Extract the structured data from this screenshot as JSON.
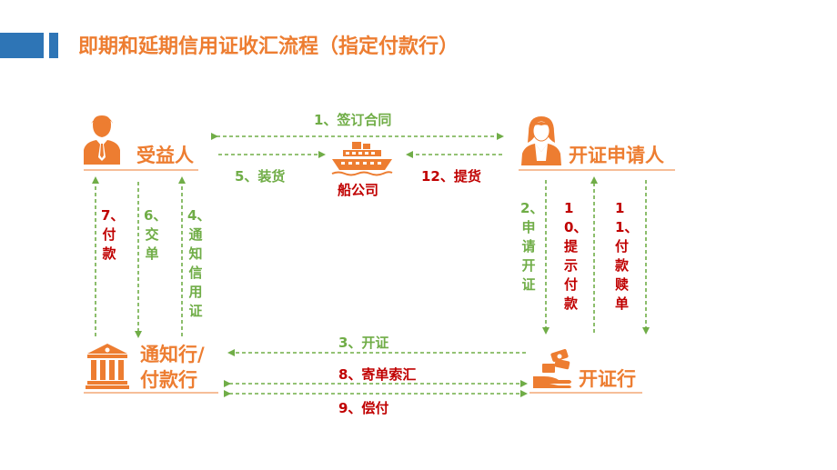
{
  "title": "即期和延期信用证收汇流程（指定付款行）",
  "parties": {
    "beneficiary": "受益人",
    "applicant": "开证申请人",
    "shipping": "船公司",
    "advising_bank": "通知行/付款行",
    "issuing_bank": "开证行"
  },
  "steps": {
    "s1": "1、签订合同",
    "s2": "2、申请开证",
    "s3": "3、开证",
    "s4": "4、通知信用证",
    "s5": "5、装货",
    "s6": "6、交单",
    "s7": "7、付款",
    "s8": "8、寄单索汇",
    "s9": "9、偿付",
    "s10": "10、提示付款",
    "s11": "11、付款赎单",
    "s12": "12、提货"
  },
  "colors": {
    "accent": "#ed7d31",
    "arrow": "#70ad47",
    "highlight": "#c00000",
    "title_bar": "#2e75b6"
  },
  "icons": {
    "beneficiary": "businessman-icon",
    "applicant": "woman-icon",
    "shipping": "ship-icon",
    "advising_bank": "bank-building-icon",
    "issuing_bank": "money-hand-icon"
  }
}
